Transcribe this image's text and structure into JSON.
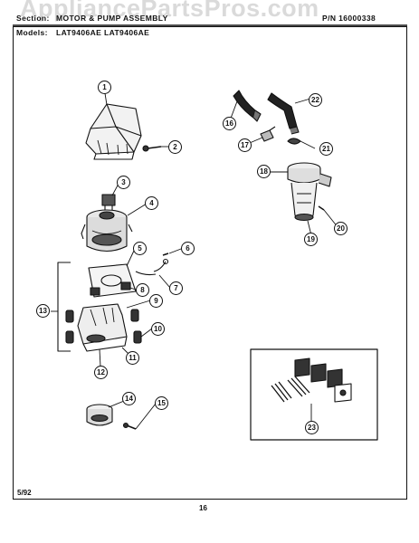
{
  "header": {
    "section_label": "Section:",
    "section_title": "MOTOR & PUMP ASSEMBLY",
    "part_number": "P/N 16000338",
    "models_label": "Models:",
    "models_value": "LAT9406AE  LAT9406AE"
  },
  "watermark": "AppliancePartsPros.com",
  "footer": {
    "date": "5/92",
    "page_number": "16"
  },
  "callouts": [
    "1",
    "2",
    "3",
    "4",
    "5",
    "6",
    "7",
    "8",
    "9",
    "10",
    "11",
    "12",
    "13",
    "14",
    "15",
    "16",
    "17",
    "18",
    "19",
    "20",
    "21",
    "22",
    "23"
  ]
}
